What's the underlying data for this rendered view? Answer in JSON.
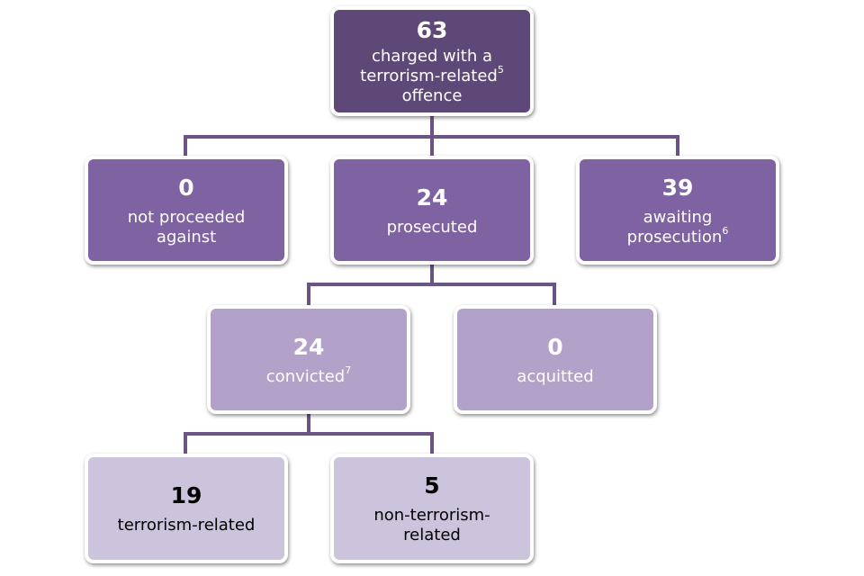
{
  "colors": {
    "connector": "#6a5486",
    "level1": "#5e4878",
    "level2": "#7f62a2",
    "level3": "#b2a1c8",
    "level4": "#ccc3dc"
  },
  "nodes": {
    "charged": {
      "value": "63",
      "label_line1": "charged with a",
      "label_line2": "terrorism-related",
      "label_sup": "5",
      "label_line3": "offence"
    },
    "not_proceeded": {
      "value": "0",
      "label_line1": "not proceeded",
      "label_line2": "against"
    },
    "prosecuted": {
      "value": "24",
      "label": "prosecuted"
    },
    "awaiting": {
      "value": "39",
      "label_line1": "awaiting",
      "label_line2": "prosecution",
      "label_sup": "6"
    },
    "convicted": {
      "value": "24",
      "label": "convicted",
      "label_sup": "7"
    },
    "acquitted": {
      "value": "0",
      "label": "acquitted"
    },
    "terrorism_related": {
      "value": "19",
      "label": "terrorism-related"
    },
    "non_terrorism_related": {
      "value": "5",
      "label_line1": "non-terrorism-",
      "label_line2": "related"
    }
  }
}
